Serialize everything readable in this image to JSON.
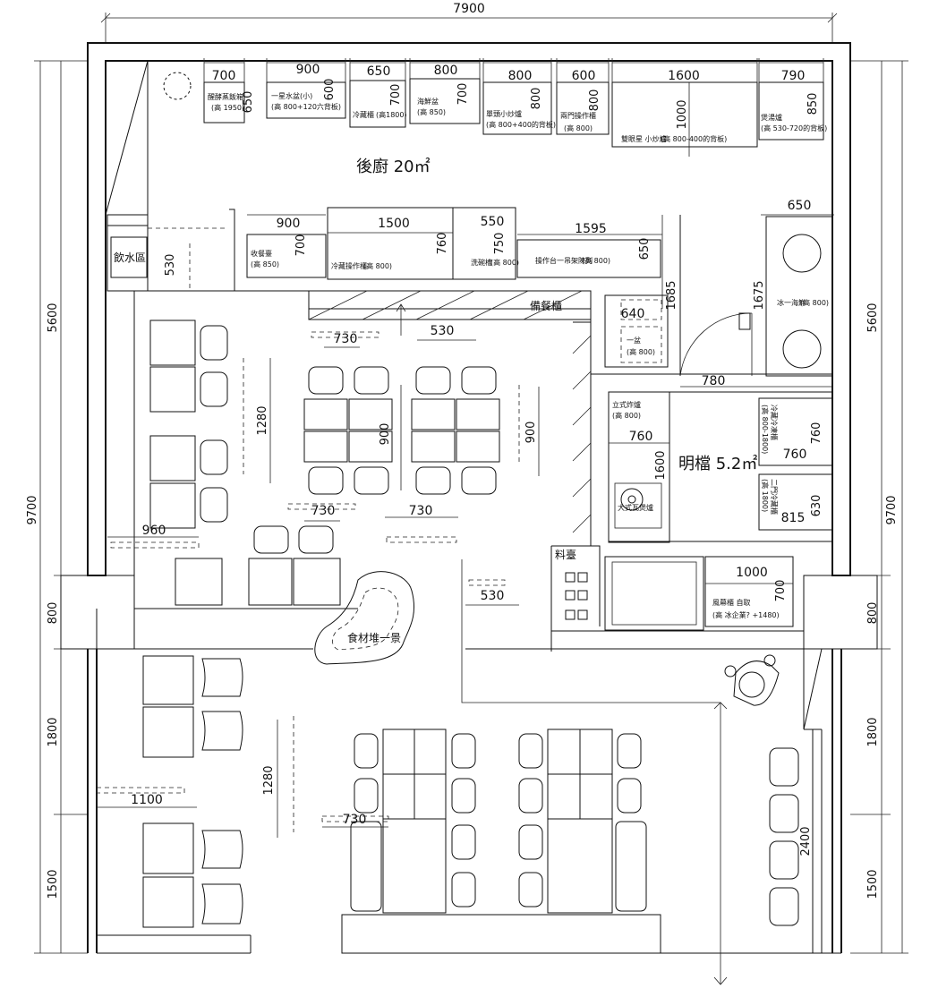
{
  "overall": {
    "width": "7900",
    "height": "9700"
  },
  "left_dims": [
    "5600",
    "800",
    "1800",
    "1500"
  ],
  "right_dims": [
    "5600",
    "800",
    "1800",
    "1500"
  ],
  "rooms": {
    "back_kitchen": "後廚 20㎡",
    "front_counter": "明檔 5.2㎡",
    "water_area": "飲水區",
    "storage": "備餐櫃",
    "seasoning": "料臺",
    "food_display": "食材堆一景"
  },
  "top_equipment": [
    {
      "w": "700",
      "d": "650",
      "label": "醒酵蒸飯箱",
      "sub": "(高 1950)"
    },
    {
      "w": "900",
      "d": "600",
      "label": "一星水盆(小)",
      "sub": "(高 800+120六背板)"
    },
    {
      "w": "650",
      "d": "700",
      "label": "冷藏櫃",
      "sub": "(高1800)"
    },
    {
      "w": "800",
      "d": "700",
      "label": "海鮮盆",
      "sub": "(高 850)"
    },
    {
      "w": "800",
      "d": "800",
      "label": "單頭小炒爐",
      "sub": "(高 800+400的背板)"
    },
    {
      "w": "600",
      "d": "800",
      "label": "兩門操作櫃",
      "sub": "(高 800)"
    },
    {
      "w": "1600",
      "d": "1000",
      "label": "雙眼星 小炒爐",
      "sub": "(高 800-400的背板)"
    },
    {
      "w": "790",
      "d": "850",
      "label": "煲湯爐",
      "sub": "(高 530-720的背板)"
    }
  ],
  "second_row": [
    {
      "w": "900",
      "d": "700",
      "label": "收餐臺",
      "sub": "(高 850)"
    },
    {
      "w": "1500",
      "d": "760",
      "label": "冷藏操作櫃",
      "sub": "(高 800)"
    },
    {
      "w": "550",
      "d": "750",
      "label": "洗碗槽",
      "sub": "(高 800)"
    },
    {
      "w": "1595",
      "d": "650",
      "label": "操作台一吊架陳列",
      "sub": "(高 800)"
    }
  ],
  "kitchen_right": {
    "w": "650",
    "d": "1675",
    "label": "冰一海鮮",
    "sub": "(高 800)"
  },
  "counter_dims": {
    "d1685": "1685",
    "d640": "640",
    "d780": "780",
    "d760a": "760",
    "d1600": "1600",
    "d760b": "760",
    "d760c": "760",
    "d815": "815",
    "d630": "630",
    "d1000": "1000",
    "d700": "700"
  },
  "counter_labels": {
    "sink_small": "一盆",
    "sink_small_sub": "(高 800)",
    "fryer": "立式炸爐",
    "fryer_sub": "(高 800)",
    "soup_pot": "大式瓦煲爐",
    "cabinet": "冷藏冷凍櫃",
    "cabinet_sub": "(高 800-1800)",
    "drink": "二門冷藏櫃",
    "drink_sub": "(高 1800)",
    "cashier": "風幕櫃 自取",
    "cashier_sub": "(高 冰企業? +1480)"
  },
  "aisle_dims": [
    "730",
    "530",
    "1280",
    "900",
    "900",
    "730",
    "730",
    "960",
    "530",
    "1100",
    "1280",
    "730",
    "2400"
  ]
}
